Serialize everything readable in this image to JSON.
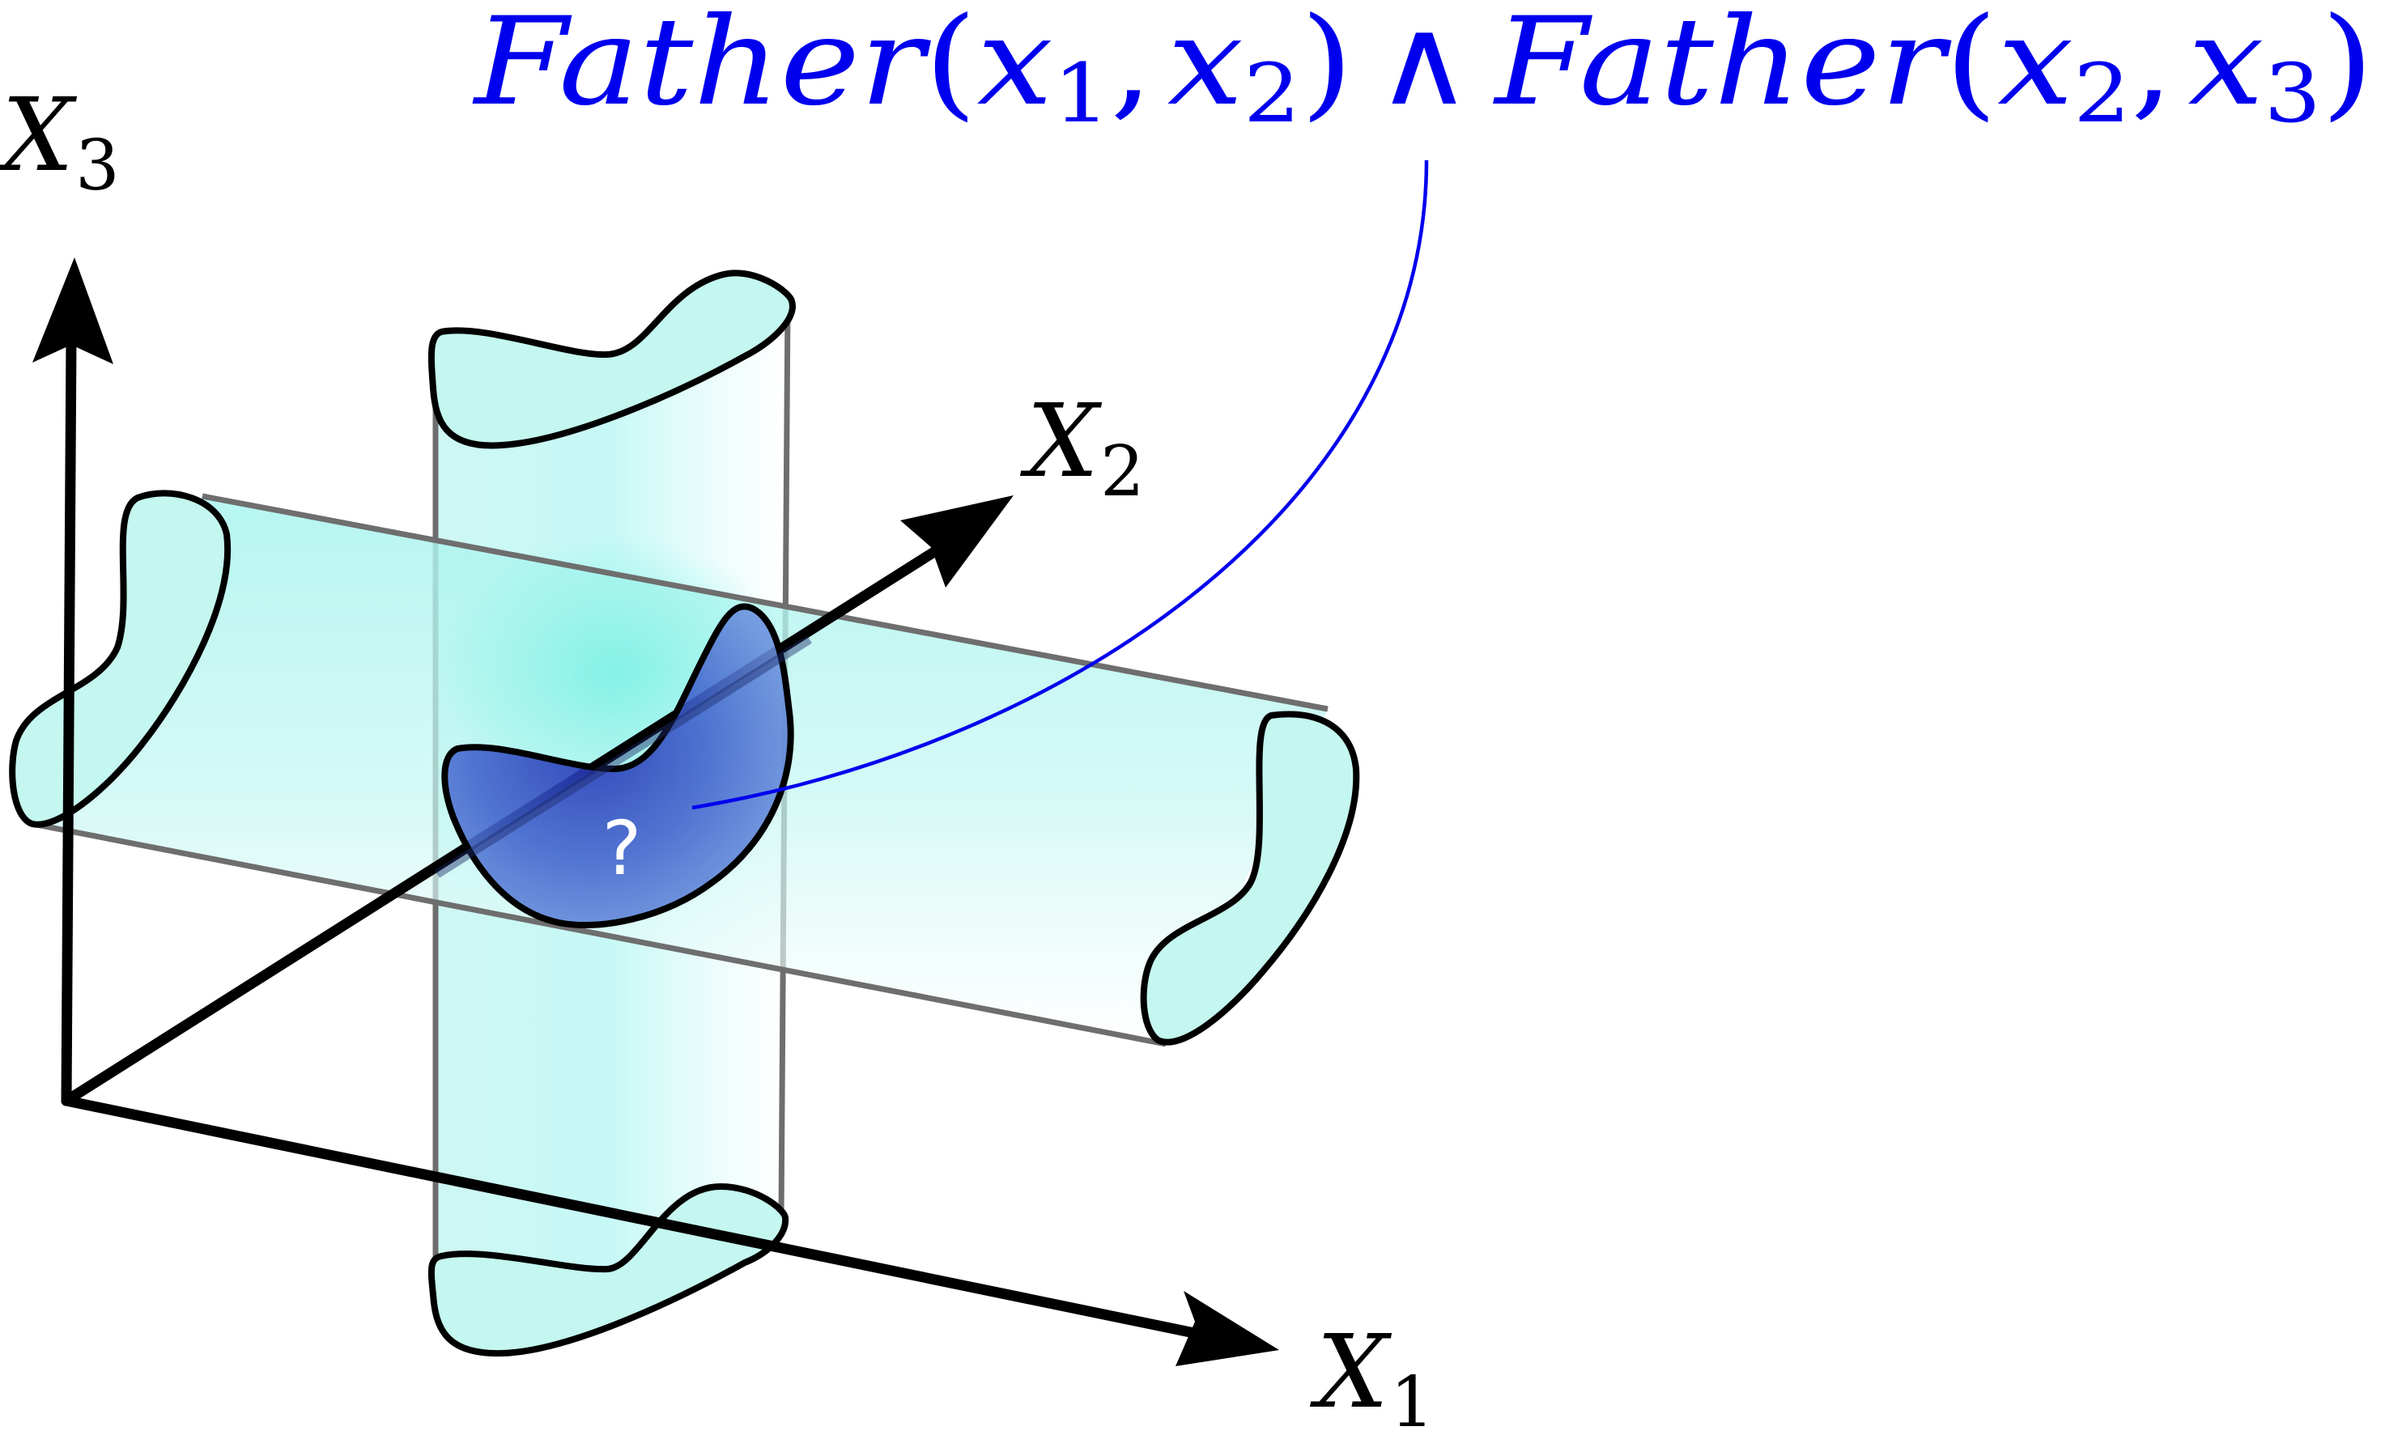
{
  "formula": {
    "pred1": "Father",
    "open1": "(",
    "var1": "x",
    "sub1": "1",
    "comma1": ",",
    "var2": "x",
    "sub2": "2",
    "close1": ")",
    "conj": "∧",
    "pred2": "Father",
    "open2": "(",
    "var3": "x",
    "sub3": "2",
    "comma2": ",",
    "var4": "x",
    "sub4": "3",
    "close2": ")",
    "color": "#0000ee"
  },
  "axes": {
    "x1": {
      "letter": "X",
      "subscript": "1"
    },
    "x2": {
      "letter": "X",
      "subscript": "2"
    },
    "x3": {
      "letter": "X",
      "subscript": "3"
    }
  },
  "intersection": {
    "label": "?",
    "color": "#2b3fb8"
  },
  "colors": {
    "cylinder_fill": "#c8f7f0",
    "cylinder_glow": "#a8f5ee",
    "outline": "#000000",
    "edge": "#6e6e6e"
  }
}
